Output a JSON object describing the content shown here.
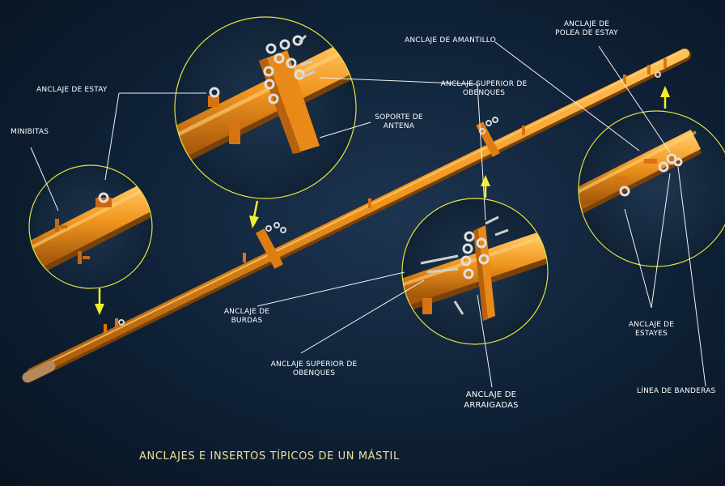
{
  "title": "ANCLAJES E INSERTOS TÍPICOS DE UN MÁSTIL",
  "labels": {
    "anclaje_estay": "ANCLAJE DE ESTAY",
    "minibitas": "MINIBITAS",
    "soporte_antena_1": "SOPORTE DE",
    "soporte_antena_2": "ANTENA",
    "anclaje_amantillo": "ANCLAJE DE AMANTILLO",
    "polea_estay_1": "ANCLAJE DE",
    "polea_estay_2": "POLEA DE ESTAY",
    "obenques_sup_1": "ANCLAJE SUPERIOR DE",
    "obenques_sup_2": "OBENQUES",
    "burdas_1": "ANCLAJE DE",
    "burdas_2": "BURDAS",
    "obenques_inf_1": "ANCLAJE SUPERIOR DE",
    "obenques_inf_2": "OBENQUES",
    "arraigadas_1": "ANCLAJE DE",
    "arraigadas_2": "ARRAIGADAS",
    "estayes_1": "ANCLAJE DE",
    "estayes_2": "ESTAYES",
    "banderas": "LÍNEA DE BANDERAS"
  },
  "colors": {
    "mast": "#f0951e",
    "mast_shadow": "#b8620e",
    "callout_circle": "#e6e23a",
    "arrow": "#f4ee2a",
    "leader": "#f2f2f2",
    "label_text": "#ffffff",
    "title_text": "#e8e09a"
  }
}
